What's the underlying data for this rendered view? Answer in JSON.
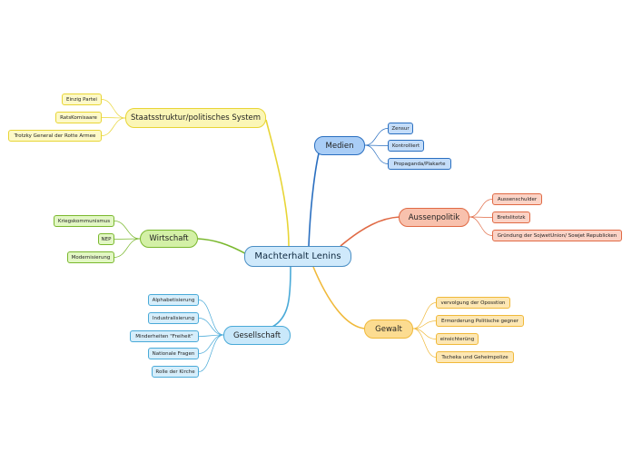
{
  "central": "Machterhalt Lenins",
  "branches": {
    "staat": {
      "label": "Staatsstruktur/politisches System",
      "color": "#e8d536",
      "children": [
        "Einzig Partei",
        "RatsKomisaare",
        "Trotzky General der Rotte Armee"
      ]
    },
    "wirtschaft": {
      "label": "Wirtschaft",
      "color": "#7ab82e",
      "children": [
        "Kriegskommunismus",
        "NEP",
        "Modernisierung"
      ]
    },
    "gesellschaft": {
      "label": "Gesellschaft",
      "color": "#4aaad8",
      "children": [
        "Alphabetisierung",
        "Industralisierung",
        "Minderheiten \"Freiheit\"",
        "Nationale Fragen",
        "Rolle der Kirche"
      ]
    },
    "medien": {
      "label": "Medien",
      "color": "#2a6fc0",
      "children": [
        "Zensur",
        "Kontrolliert",
        "Propaganda/Plakarte"
      ]
    },
    "aussen": {
      "label": "Aussenpolitik",
      "color": "#e06a45",
      "children": [
        "Aussenschulder",
        "Bretslitotzk",
        "Gründung der SojwetUnion/ Sowjet Republicken"
      ]
    },
    "gewalt": {
      "label": "Gewalt",
      "color": "#f0b93a",
      "children": [
        "vervolgung der Oposstion",
        "Ermorderung Politische gegner",
        "einsichterüng",
        "Tscheka und Geheimpolize"
      ]
    }
  }
}
